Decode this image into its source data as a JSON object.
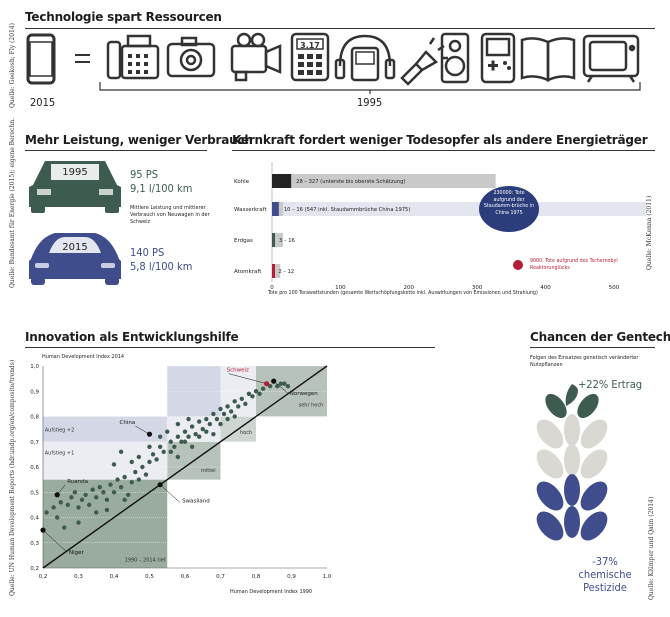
{
  "technology": {
    "title": "Technologie spart Ressourcen",
    "source": "Quelle: Geekosh; Fly (2014)",
    "year_left": "2015",
    "year_right": "1995",
    "equals": "=",
    "calculator_display": "3.17",
    "icons": [
      "smartphone-icon",
      "fax-phone-icon",
      "camera-icon",
      "video-camera-icon",
      "calculator-icon",
      "headphones-player-icon",
      "flashlight-icon",
      "speaker-icon",
      "gameboy-icon",
      "book-icon",
      "television-icon"
    ]
  },
  "performance": {
    "title": "Mehr Leistung, weniger Verbrauch",
    "source": "Quelle: Bundesamt für Energie (2015); eigene Berechn.",
    "car_old": {
      "year": "1995",
      "power": "95 PS",
      "consumption": "9,1 l/100 km",
      "color": "#3d5c4f"
    },
    "car_new": {
      "year": "2015",
      "power": "140 PS",
      "consumption": "5,8 l/100 km",
      "color": "#3f4d8c"
    },
    "note": "Mittlere Leistung und mittlerer Verbrauch von Neuwagen in der Schweiz"
  },
  "nuclear": {
    "title": "Kernkraft fordert weniger Todesopfer als andere Energieträger",
    "source": "Quelle: McKenna (2011)",
    "xlabel": "Tote pro 100 Terawattstunden (gesamte Wertschöpfungskette inkl. Auswirkungen von Emissionen und Strahlung)",
    "callout_hydro": "230000: Tote aufgrund der Staudamm-brüche in China 1975",
    "callout_nuclear": "9000: Tote aufgrund des Tschernobyl Reaktorunglücks"
  },
  "innovation": {
    "title": "Innovation als Entwicklungshilfe",
    "source": "Quelle: UN Human Development Reports (hdr.undp.org/en/composite/trends)",
    "ylabel": "Human Development Index 2014",
    "xlabel": "Human Development Index 1990"
  },
  "gene": {
    "title": "Chancen der Gentechnik",
    "subtitle": "Folgen des Einsatzes genetisch veränderter Nutzpflanzen",
    "gain": "+22% Ertrag",
    "reduction_pct": "-37%",
    "reduction_l1": "chemische",
    "reduction_l2": "Pestizide",
    "source": "Quelle: Klümper und Qaim (2014)"
  },
  "chart_data": [
    {
      "type": "bar",
      "title": "Kernkraft fordert weniger Todesopfer als andere Energieträger",
      "categories": [
        "Kohle",
        "Wasserkraft",
        "Erdgas",
        "Atomkraft"
      ],
      "series": [
        {
          "values": [
            28,
            10,
            3,
            2
          ]
        },
        {
          "values": [
            327,
            16,
            16,
            12
          ]
        }
      ],
      "bar_labels": [
        "28 – 327 (unterste bis oberste Schätzung)",
        "10 – 16 (547 inkl. Staudammbrüche China 1975)",
        "3 – 16",
        "2 – 12"
      ],
      "bar_colors": [
        "#222222",
        "#3f4d8c",
        "#3d5c4f",
        "#b51c35"
      ],
      "outliers": [
        {
          "category": "Wasserkraft",
          "value": 547
        }
      ],
      "xticks": [
        0,
        100,
        200,
        300,
        400,
        500
      ],
      "xlim": [
        0,
        560
      ],
      "xlabel": "Tote pro 100 Terawattstunden (gesamte Wertschöpfungskette inkl. Auswirkungen von Emissionen und Strahlung)"
    },
    {
      "type": "scatter",
      "title": "Innovation als Entwicklungshilfe",
      "xlabel": "Human Development Index 1990",
      "ylabel": "Human Development Index 2014",
      "xlim": [
        0.2,
        1.0
      ],
      "ylim": [
        0.2,
        1.0
      ],
      "xticks": [
        "0,2",
        "0,3",
        "0,4",
        "0,5",
        "0,6",
        "0,7",
        "0,8",
        "0,9",
        "1,0"
      ],
      "yticks": [
        "0,2",
        "0,3",
        "0,4",
        "0,5",
        "0,6",
        "0,7",
        "0,8",
        "0,9",
        "1,0"
      ],
      "zones": [
        {
          "label": "1990 – 2014 tief",
          "x": [
            0.2,
            0.55
          ],
          "y": [
            0.2,
            0.55
          ],
          "color": "#9aac9f"
        },
        {
          "label": "mittel",
          "x": [
            0.55,
            0.7
          ],
          "y": [
            0.55,
            0.7
          ],
          "color": "#b7c3ba"
        },
        {
          "label": "hoch",
          "x": [
            0.7,
            0.8
          ],
          "y": [
            0.7,
            0.8
          ],
          "color": "#cfd6d1"
        },
        {
          "label": "sehr hoch",
          "x": [
            0.8,
            1.0
          ],
          "y": [
            0.8,
            1.0
          ],
          "color": "#b7c3ba"
        },
        {
          "label": "Aufstieg +1",
          "x": [
            0.2,
            0.55
          ],
          "y": [
            0.55,
            0.7
          ],
          "color": "#ecedf2"
        },
        {
          "label": "Aufstieg +2",
          "x": [
            0.2,
            0.55
          ],
          "y": [
            0.7,
            0.8
          ],
          "color": "#d4d7e6"
        },
        {
          "label": "",
          "x": [
            0.55,
            0.7
          ],
          "y": [
            0.8,
            1.0
          ],
          "color": "#d4d7e6"
        },
        {
          "label": "",
          "x": [
            0.55,
            0.7
          ],
          "y": [
            0.7,
            0.8
          ],
          "color": "#ecedf2"
        },
        {
          "label": "",
          "x": [
            0.7,
            0.8
          ],
          "y": [
            0.8,
            1.0
          ],
          "color": "#ecedf2"
        }
      ],
      "highlights": [
        {
          "label": "Schweiz",
          "x": 0.83,
          "y": 0.93,
          "color": "#b51c35"
        },
        {
          "label": "Norwegen",
          "x": 0.85,
          "y": 0.94,
          "color": "#111111"
        },
        {
          "label": "China",
          "x": 0.5,
          "y": 0.73,
          "color": "#111111"
        },
        {
          "label": "Ruanda",
          "x": 0.24,
          "y": 0.49,
          "color": "#111111"
        },
        {
          "label": "Swasiland",
          "x": 0.53,
          "y": 0.53,
          "color": "#111111"
        },
        {
          "label": "Niger",
          "x": 0.2,
          "y": 0.35,
          "color": "#111111"
        }
      ],
      "points": [
        [
          0.21,
          0.42
        ],
        [
          0.23,
          0.44
        ],
        [
          0.25,
          0.46
        ],
        [
          0.24,
          0.4
        ],
        [
          0.27,
          0.45
        ],
        [
          0.28,
          0.48
        ],
        [
          0.3,
          0.44
        ],
        [
          0.29,
          0.5
        ],
        [
          0.31,
          0.47
        ],
        [
          0.32,
          0.49
        ],
        [
          0.33,
          0.45
        ],
        [
          0.34,
          0.51
        ],
        [
          0.35,
          0.48
        ],
        [
          0.36,
          0.52
        ],
        [
          0.37,
          0.5
        ],
        [
          0.38,
          0.47
        ],
        [
          0.39,
          0.53
        ],
        [
          0.4,
          0.5
        ],
        [
          0.41,
          0.55
        ],
        [
          0.42,
          0.52
        ],
        [
          0.43,
          0.56
        ],
        [
          0.44,
          0.49
        ],
        [
          0.45,
          0.54
        ],
        [
          0.46,
          0.58
        ],
        [
          0.47,
          0.55
        ],
        [
          0.48,
          0.6
        ],
        [
          0.49,
          0.57
        ],
        [
          0.5,
          0.62
        ],
        [
          0.51,
          0.65
        ],
        [
          0.52,
          0.63
        ],
        [
          0.53,
          0.68
        ],
        [
          0.54,
          0.66
        ],
        [
          0.56,
          0.7
        ],
        [
          0.57,
          0.68
        ],
        [
          0.58,
          0.72
        ],
        [
          0.59,
          0.7
        ],
        [
          0.6,
          0.74
        ],
        [
          0.61,
          0.72
        ],
        [
          0.62,
          0.76
        ],
        [
          0.63,
          0.73
        ],
        [
          0.64,
          0.78
        ],
        [
          0.65,
          0.75
        ],
        [
          0.66,
          0.79
        ],
        [
          0.67,
          0.77
        ],
        [
          0.68,
          0.81
        ],
        [
          0.69,
          0.79
        ],
        [
          0.7,
          0.83
        ],
        [
          0.71,
          0.81
        ],
        [
          0.72,
          0.84
        ],
        [
          0.73,
          0.82
        ],
        [
          0.74,
          0.86
        ],
        [
          0.75,
          0.84
        ],
        [
          0.76,
          0.87
        ],
        [
          0.77,
          0.85
        ],
        [
          0.78,
          0.89
        ],
        [
          0.79,
          0.88
        ],
        [
          0.8,
          0.9
        ],
        [
          0.81,
          0.89
        ],
        [
          0.82,
          0.91
        ],
        [
          0.84,
          0.92
        ],
        [
          0.86,
          0.92
        ],
        [
          0.87,
          0.93
        ],
        [
          0.88,
          0.93
        ],
        [
          0.89,
          0.92
        ],
        [
          0.45,
          0.62
        ],
        [
          0.47,
          0.64
        ],
        [
          0.5,
          0.68
        ],
        [
          0.53,
          0.72
        ],
        [
          0.56,
          0.66
        ],
        [
          0.58,
          0.64
        ],
        [
          0.6,
          0.7
        ],
        [
          0.62,
          0.68
        ],
        [
          0.64,
          0.72
        ],
        [
          0.66,
          0.74
        ],
        [
          0.68,
          0.73
        ],
        [
          0.7,
          0.77
        ],
        [
          0.72,
          0.79
        ],
        [
          0.74,
          0.8
        ],
        [
          0.38,
          0.43
        ],
        [
          0.35,
          0.42
        ],
        [
          0.43,
          0.47
        ],
        [
          0.3,
          0.38
        ],
        [
          0.26,
          0.36
        ],
        [
          0.4,
          0.61
        ],
        [
          0.42,
          0.66
        ],
        [
          0.55,
          0.74
        ],
        [
          0.58,
          0.77
        ],
        [
          0.61,
          0.79
        ]
      ]
    }
  ]
}
